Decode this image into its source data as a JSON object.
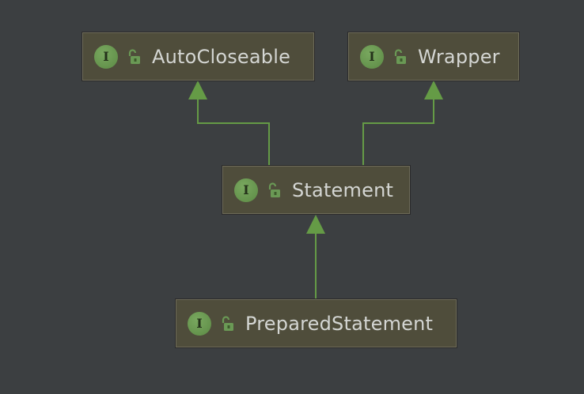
{
  "diagram": {
    "background": "#3c3f41",
    "edge_color": "#659b46",
    "node_color": "#4f4d3b",
    "nodes": [
      {
        "id": "autocloseable",
        "label": "AutoCloseable",
        "badge": "I",
        "icon": "interface-badge-icon",
        "modifier_icon": "unlock-icon"
      },
      {
        "id": "wrapper",
        "label": "Wrapper",
        "badge": "I",
        "icon": "interface-badge-icon",
        "modifier_icon": "unlock-icon"
      },
      {
        "id": "statement",
        "label": "Statement",
        "badge": "I",
        "icon": "interface-badge-icon",
        "modifier_icon": "unlock-icon"
      },
      {
        "id": "prepared",
        "label": "PreparedStatement",
        "badge": "I",
        "icon": "interface-badge-icon",
        "modifier_icon": "unlock-icon"
      }
    ],
    "edges": [
      {
        "from": "statement",
        "to": "autocloseable",
        "type": "extends"
      },
      {
        "from": "statement",
        "to": "wrapper",
        "type": "extends"
      },
      {
        "from": "prepared",
        "to": "statement",
        "type": "extends"
      }
    ]
  }
}
